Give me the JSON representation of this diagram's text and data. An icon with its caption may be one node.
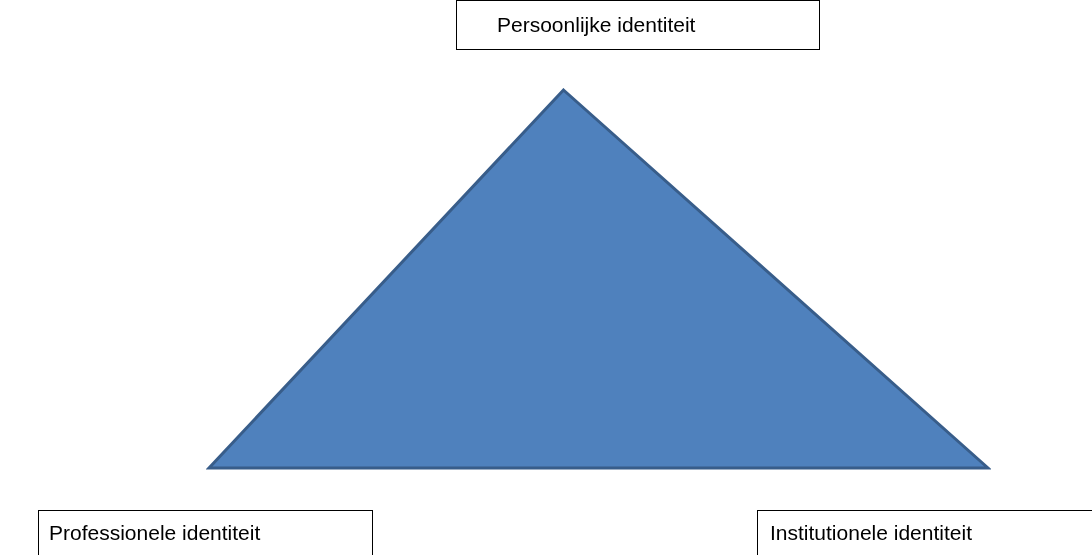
{
  "diagram": {
    "nodes": [
      {
        "text": [
          "Persoonlijke identiteit"
        ]
      },
      {
        "text": [],
        "shape": "triangle"
      },
      {
        "text": [
          "Professionele identiteit"
        ]
      },
      {
        "text": [
          "Institutionele identiteit"
        ]
      }
    ]
  }
}
